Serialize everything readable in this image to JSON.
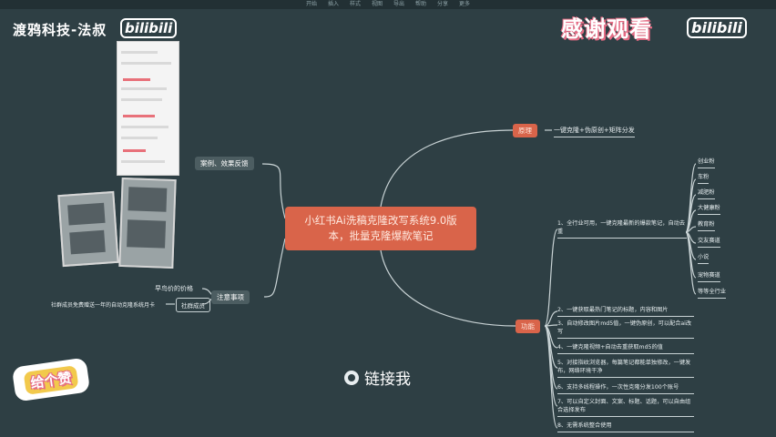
{
  "top_menu": [
    "开始",
    "插入",
    "样式",
    "视图",
    "导出",
    "帮助",
    "分享",
    "更多"
  ],
  "brand": {
    "title": "渡鸦科技-法叔",
    "logo_left": "bilibili",
    "thanks": "感谢观看",
    "logo_right": "bilibili"
  },
  "central_topic": "小红书Ai洗稿克隆改写系统9.0版本，批量克隆爆款笔记",
  "branches": {
    "cases": {
      "label": "案例、效果反馈"
    },
    "notes": {
      "label": "注意事项",
      "children": [
        {
          "label": "早鸟价的价格"
        },
        {
          "label": "社群成员",
          "note": "社群成员免费赠送一年的自动克隆系统月卡"
        }
      ]
    },
    "principle": {
      "label": "原理",
      "child": "一键克隆+伪原创+矩阵分发"
    },
    "features": {
      "label": "功能",
      "items": [
        "1、全行业可用，一键克隆最新的爆款笔记，自动去重",
        "2、一键获取最热门笔记的标题，内容和图片",
        "3、自动修改图片md5值，一键伪原创，可以配合ai改写",
        "4、一键克隆视频+自动去重获取md5的值",
        "5、对接指纹浏览器，每篇笔记都能单独修改，一键发布，网络环境干净",
        "6、支持多线程操作，一次性克隆分发100个账号",
        "7、可以自定义封面、文案、标题、话题，可以自由组合选择发布",
        "8、无需系统整合使用"
      ],
      "industries": [
        "创业粉",
        "车粉",
        "减肥粉",
        "大健康粉",
        "教育粉",
        "交友赛道",
        "小说",
        "宠物赛道",
        "等等全行业"
      ]
    }
  },
  "sticker": "给个赞",
  "contact": "链接我",
  "colors": {
    "background": "#2e3f44",
    "accent": "#d9644a",
    "pill_grey": "#4c5d61",
    "pink": "#e56b84"
  }
}
